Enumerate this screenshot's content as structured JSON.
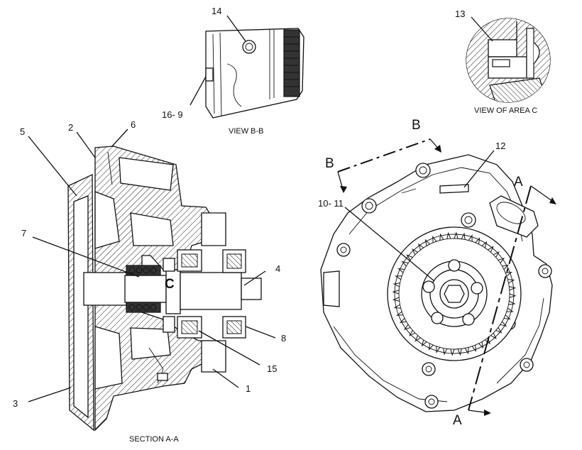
{
  "callouts": {
    "c1": "1",
    "c2": "2",
    "c3": "3",
    "c4": "4",
    "c5": "5",
    "c6": "6",
    "c7": "7",
    "c8": "8",
    "c10_11": "10- 11",
    "c12": "12",
    "c13": "13",
    "c14": "14",
    "c15": "15",
    "c16_9": "16- 9"
  },
  "captions": {
    "section_aa": "SECTION A-A",
    "view_bb": "VIEW B-B",
    "view_area_c": "VIEW OF AREA C"
  },
  "section_marks": {
    "b_top": "B",
    "b_left": "B",
    "a_top": "A",
    "a_bottom": "A",
    "area_c": "C"
  }
}
